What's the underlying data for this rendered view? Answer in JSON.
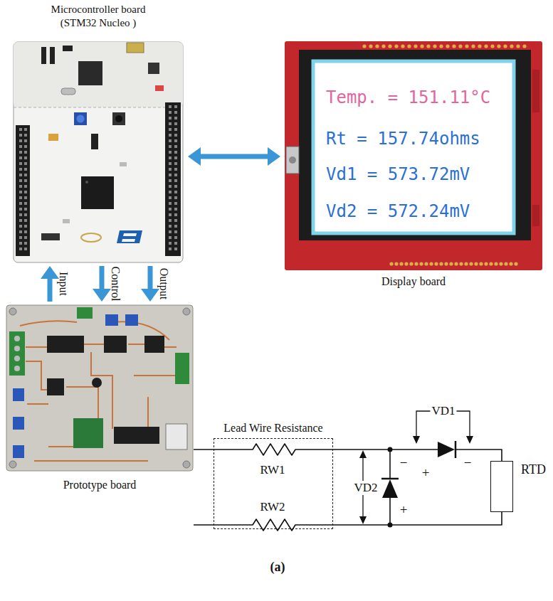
{
  "diagram": {
    "caption": "(a)",
    "nodes": [
      {
        "text": [
          "Microcontroller board (STM32 Nucleo )"
        ]
      },
      {
        "text": [
          "Temp. = 151.11°C",
          "Rt = 157.74ohms",
          "Vd1 = 573.72mV",
          "Vd2 = 572.24mV",
          "Display board"
        ]
      },
      {
        "text": [
          "Prototype board"
        ]
      },
      {
        "text": [
          "Lead Wire Resistance"
        ]
      },
      {
        "text": [
          "RTD"
        ]
      }
    ],
    "edges": [
      {
        "from": 0,
        "to": 1,
        "arrow": "both"
      },
      {
        "from": 2,
        "to": 0,
        "label": "Input",
        "arrow": "to"
      },
      {
        "from": 0,
        "to": 2,
        "label": "Control",
        "arrow": "to"
      },
      {
        "from": 0,
        "to": 2,
        "label": "Output",
        "arrow": "to"
      }
    ],
    "labels": [
      "RW1",
      "RW2",
      "VD1",
      "VD2",
      "+",
      "−",
      "−",
      "+"
    ]
  }
}
